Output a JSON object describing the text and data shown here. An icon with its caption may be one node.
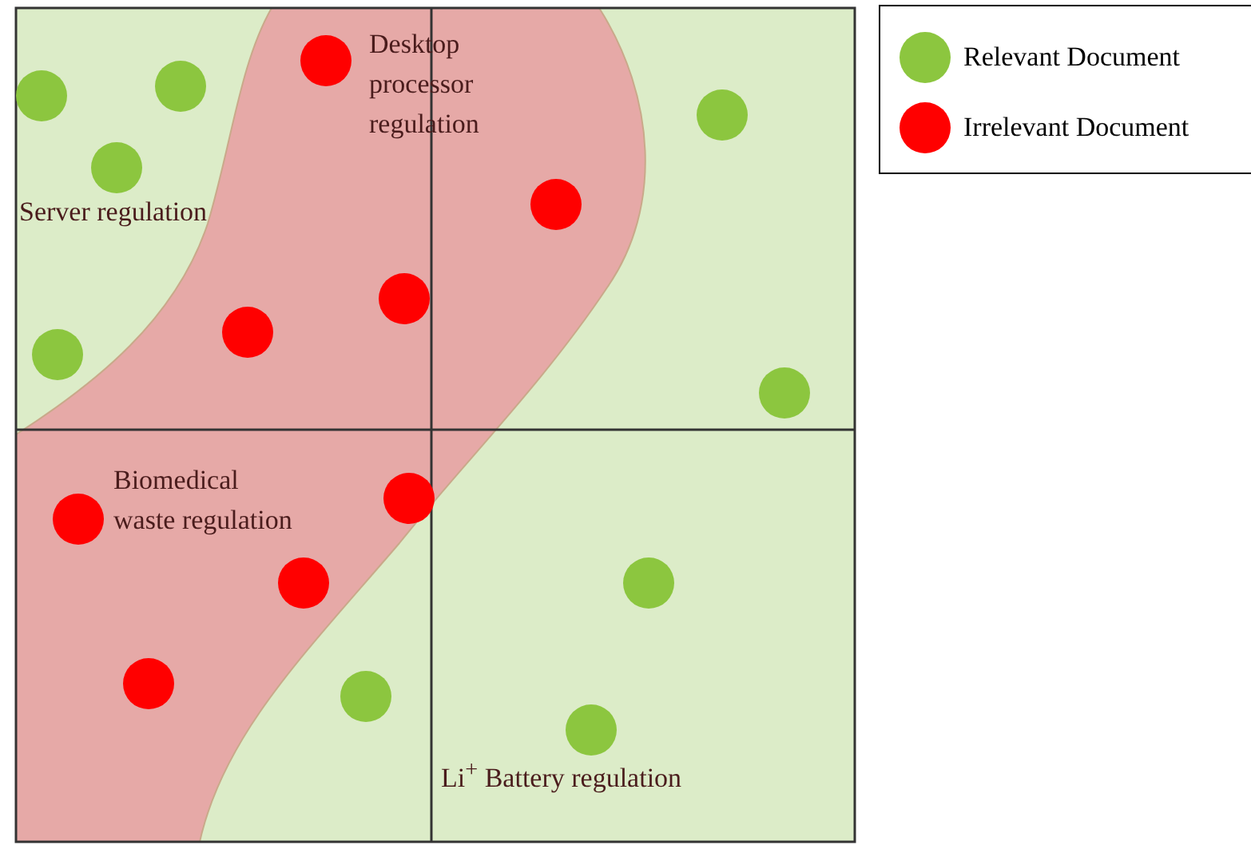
{
  "diagram": {
    "labels": [
      "Desktop processor regulation",
      "Server regulation",
      "Biomedical waste regulation",
      "Li$^{+}$ Battery regulation"
    ],
    "legend": [
      {
        "text": "Relevant Document",
        "color": "#8cc63f"
      },
      {
        "text": "Irrelevant Document",
        "color": "#ff0000"
      }
    ]
  }
}
